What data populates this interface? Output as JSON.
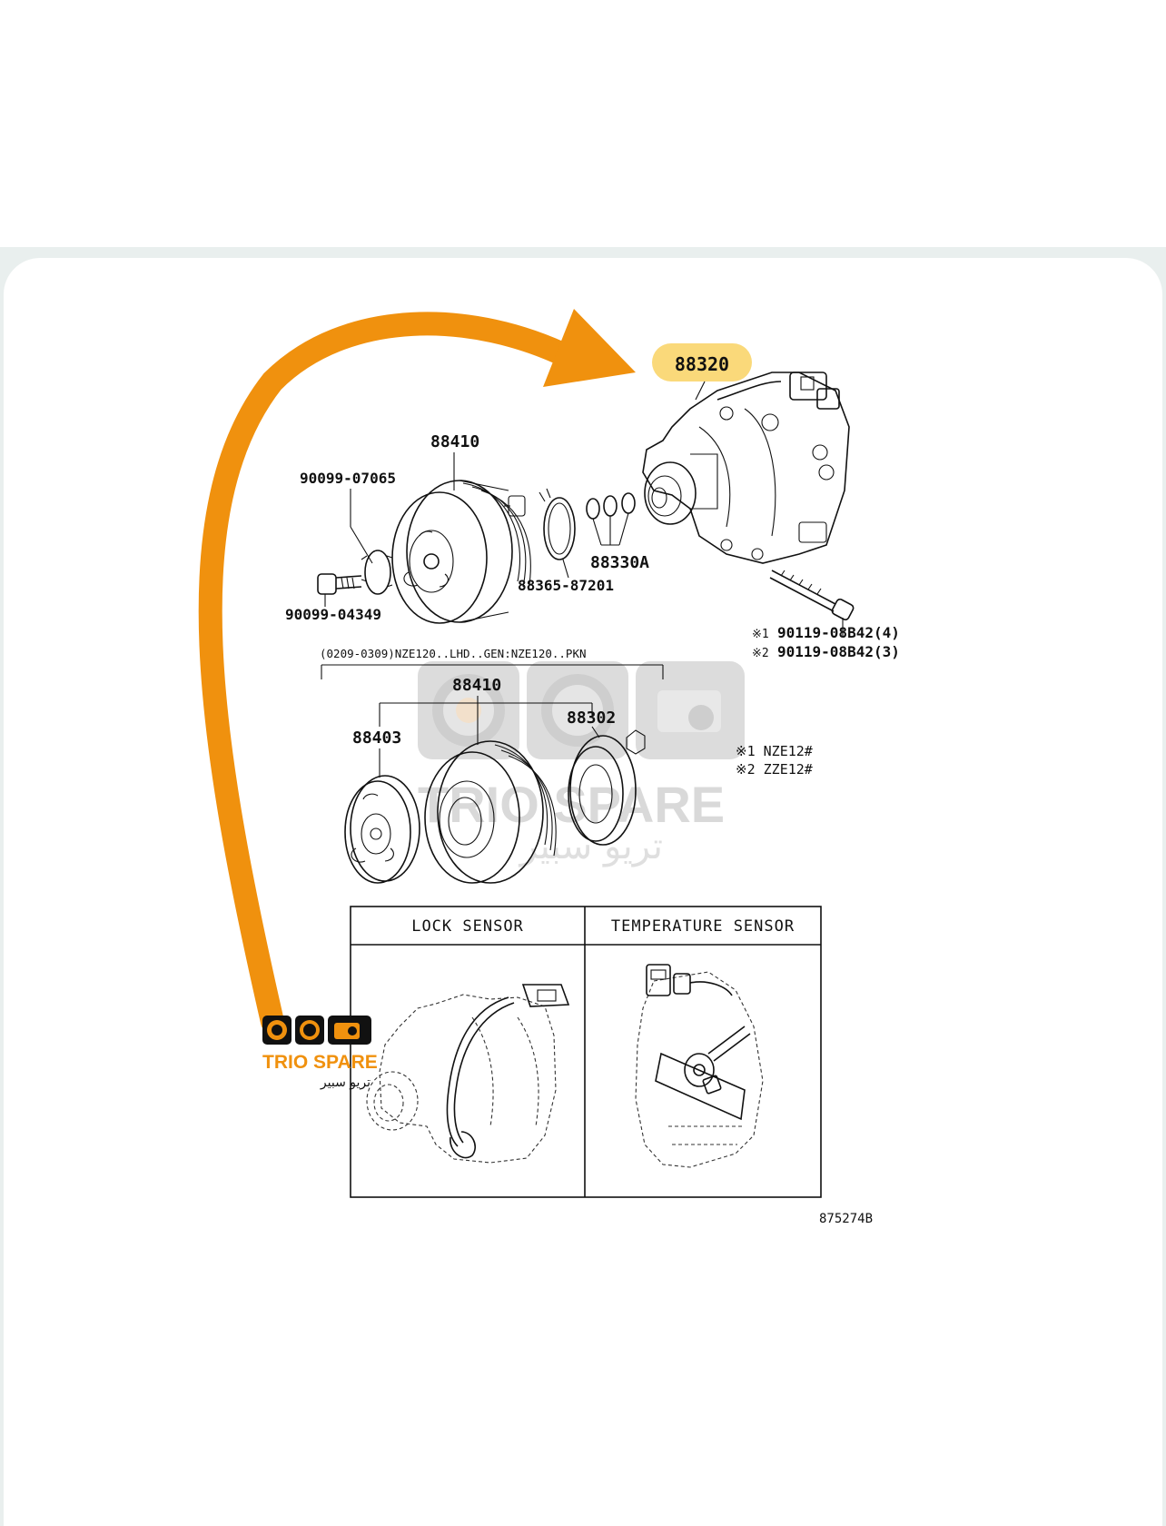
{
  "callouts": {
    "compressor": "88320",
    "clutch_assy_top": "88410",
    "bolt_a": "90099-07065",
    "bolt_b": "90099-04349",
    "snap_ring": "88365-87201",
    "shims": "88330A",
    "bolt_note1_mark": "※1",
    "bolt_note1": "90119-08B42(4)",
    "bolt_note2_mark": "※2",
    "bolt_note2": "90119-08B42(3)",
    "variant_note": "(0209-0309)NZE120..LHD..GEN:NZE120..PKN",
    "clutch_assy_bottom": "88410",
    "pressure_plate": "88403",
    "stator": "88302",
    "note1": "※1 NZE12#",
    "note2": "※2 ZZE12#"
  },
  "sensors": {
    "lock_title": "LOCK SENSOR",
    "temp_title": "TEMPERATURE SENSOR"
  },
  "figure_code": "875274B",
  "watermark": {
    "brand_en": "TRIO SPARE",
    "brand_ar": "تريو سبير"
  },
  "logo": {
    "brand_en": "TRIO SPARE",
    "brand_ar": "تريو سبير"
  },
  "colors": {
    "arrow": "#f0910e",
    "highlight": "#fad97a",
    "logo_orange": "#f0910e",
    "watermark": "#d5d5d5"
  }
}
